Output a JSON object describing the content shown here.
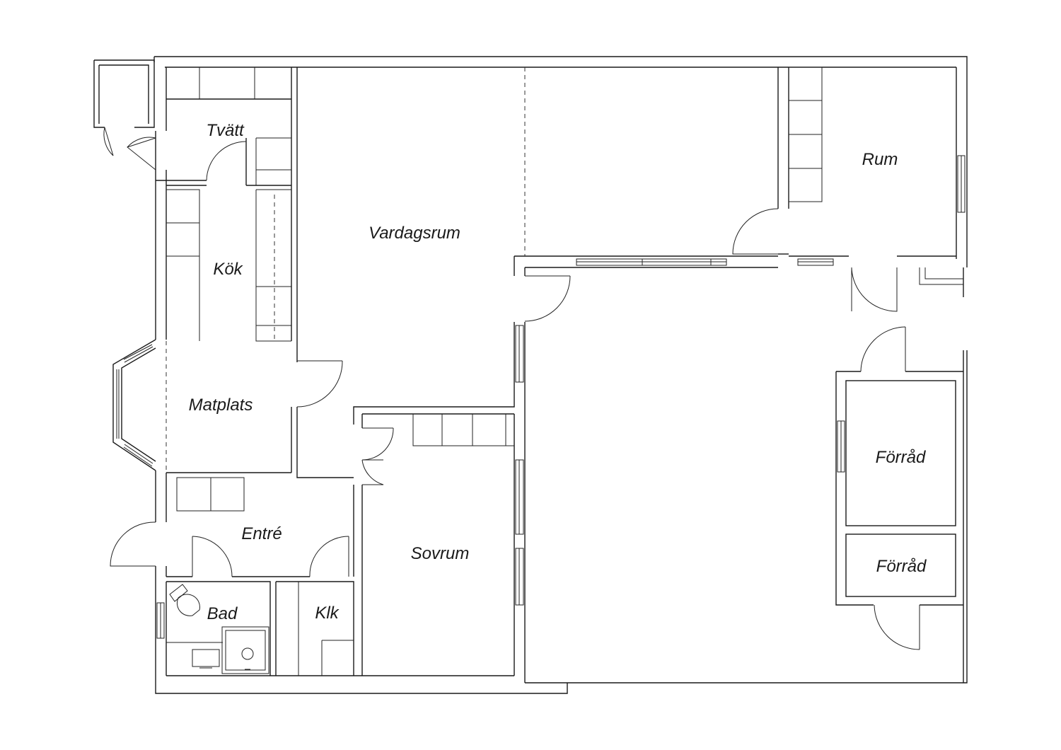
{
  "rooms": {
    "tvatt": "Tvätt",
    "kok": "Kök",
    "matplats": "Matplats",
    "vardagsrum": "Vardagsrum",
    "rum": "Rum",
    "entre": "Entré",
    "bad": "Bad",
    "klk": "Klk",
    "sovrum": "Sovrum",
    "forrad_1": "Förråd",
    "forrad_2": "Förråd"
  }
}
